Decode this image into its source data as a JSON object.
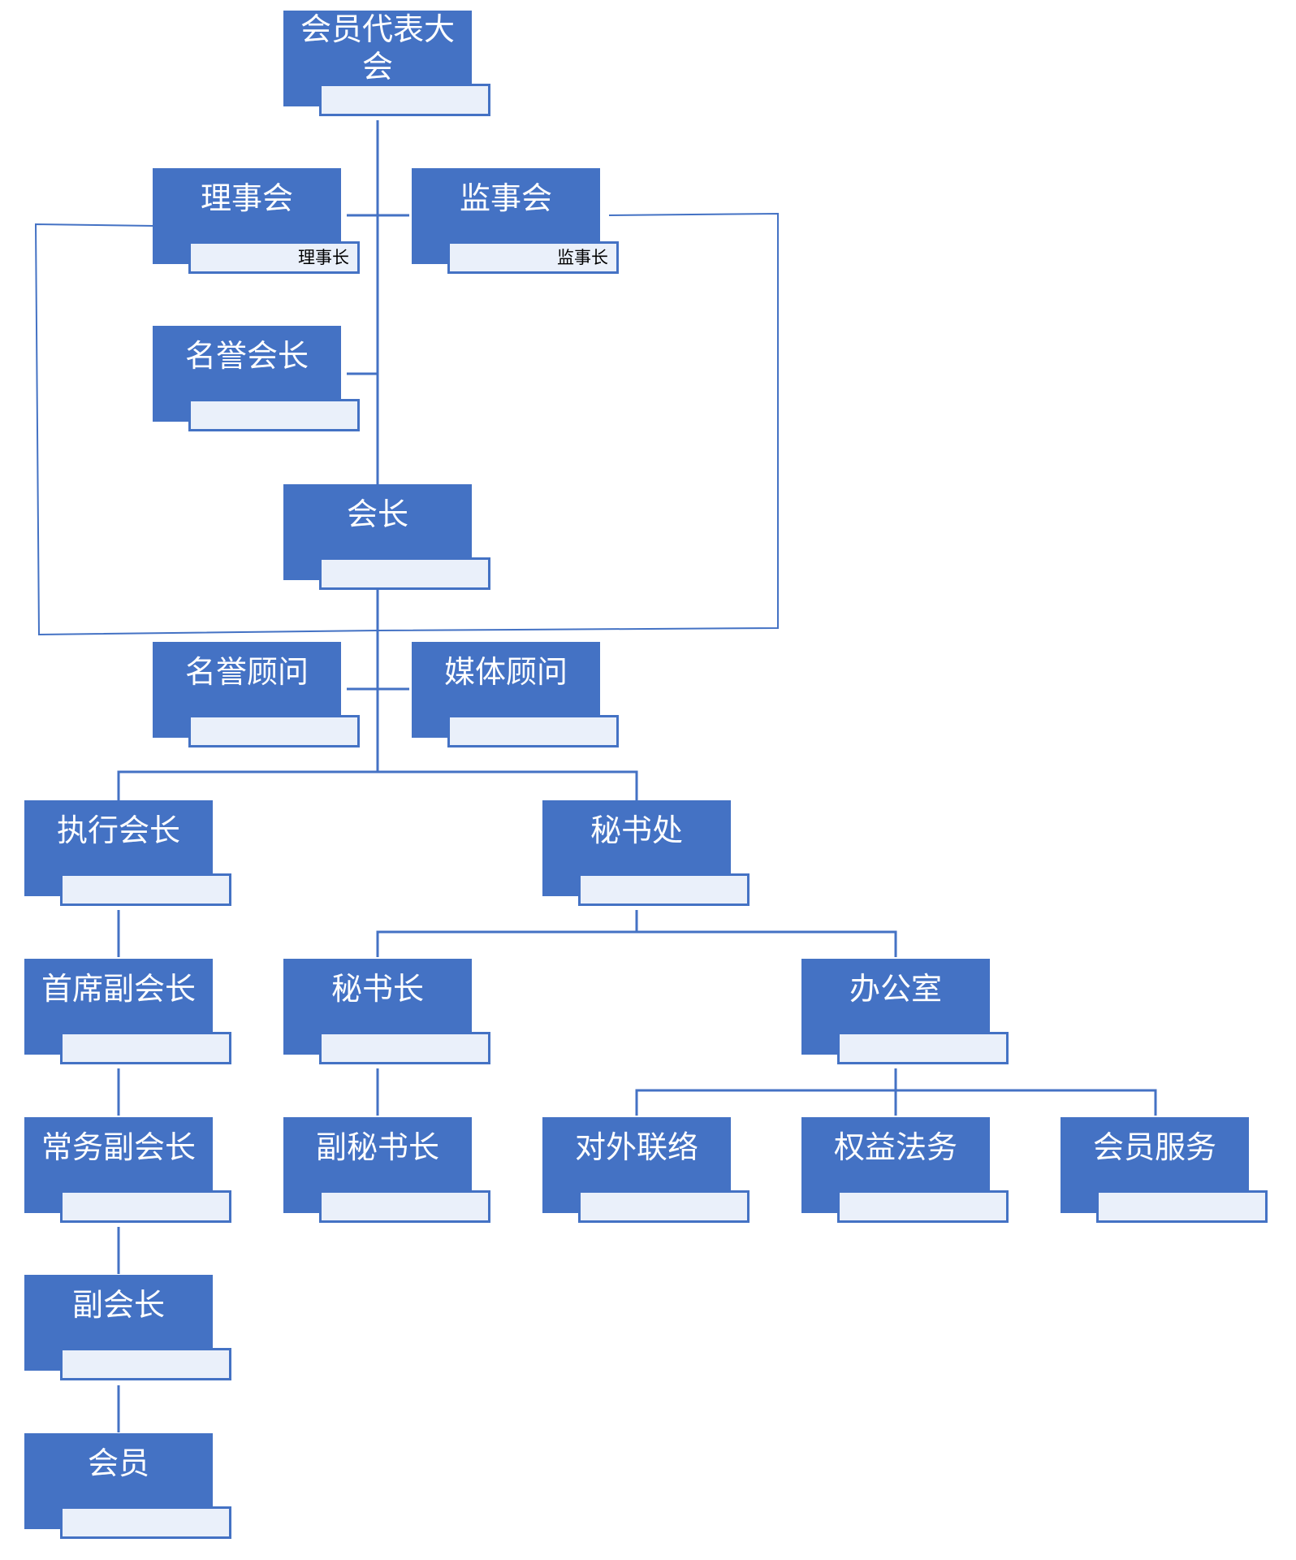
{
  "colors": {
    "box": "#4472c4",
    "subtitle_fill": "#eaf0fa",
    "text": "#ffffff"
  },
  "nodes": {
    "assembly": {
      "title": "会员代表大\n会",
      "subtitle": ""
    },
    "council": {
      "title": "理事会",
      "subtitle": "理事长"
    },
    "supervisors": {
      "title": "监事会",
      "subtitle": "监事长"
    },
    "honorary_pres": {
      "title": "名誉会长",
      "subtitle": ""
    },
    "president": {
      "title": "会长",
      "subtitle": ""
    },
    "honorary_adv": {
      "title": "名誉顾问",
      "subtitle": ""
    },
    "media_adv": {
      "title": "媒体顾问",
      "subtitle": ""
    },
    "executive_pres": {
      "title": "执行会长",
      "subtitle": ""
    },
    "secretariat": {
      "title": "秘书处",
      "subtitle": ""
    },
    "chief_vp": {
      "title": "首席副会长",
      "subtitle": ""
    },
    "secretary_gen": {
      "title": "秘书长",
      "subtitle": ""
    },
    "office": {
      "title": "办公室",
      "subtitle": ""
    },
    "standing_vp": {
      "title": "常务副会长",
      "subtitle": ""
    },
    "deputy_sec_gen": {
      "title": "副秘书长",
      "subtitle": ""
    },
    "external": {
      "title": "对外联络",
      "subtitle": ""
    },
    "rights_legal": {
      "title": "权益法务",
      "subtitle": ""
    },
    "member_service": {
      "title": "会员服务",
      "subtitle": ""
    },
    "vp": {
      "title": "副会长",
      "subtitle": ""
    },
    "member": {
      "title": "会员",
      "subtitle": ""
    }
  }
}
